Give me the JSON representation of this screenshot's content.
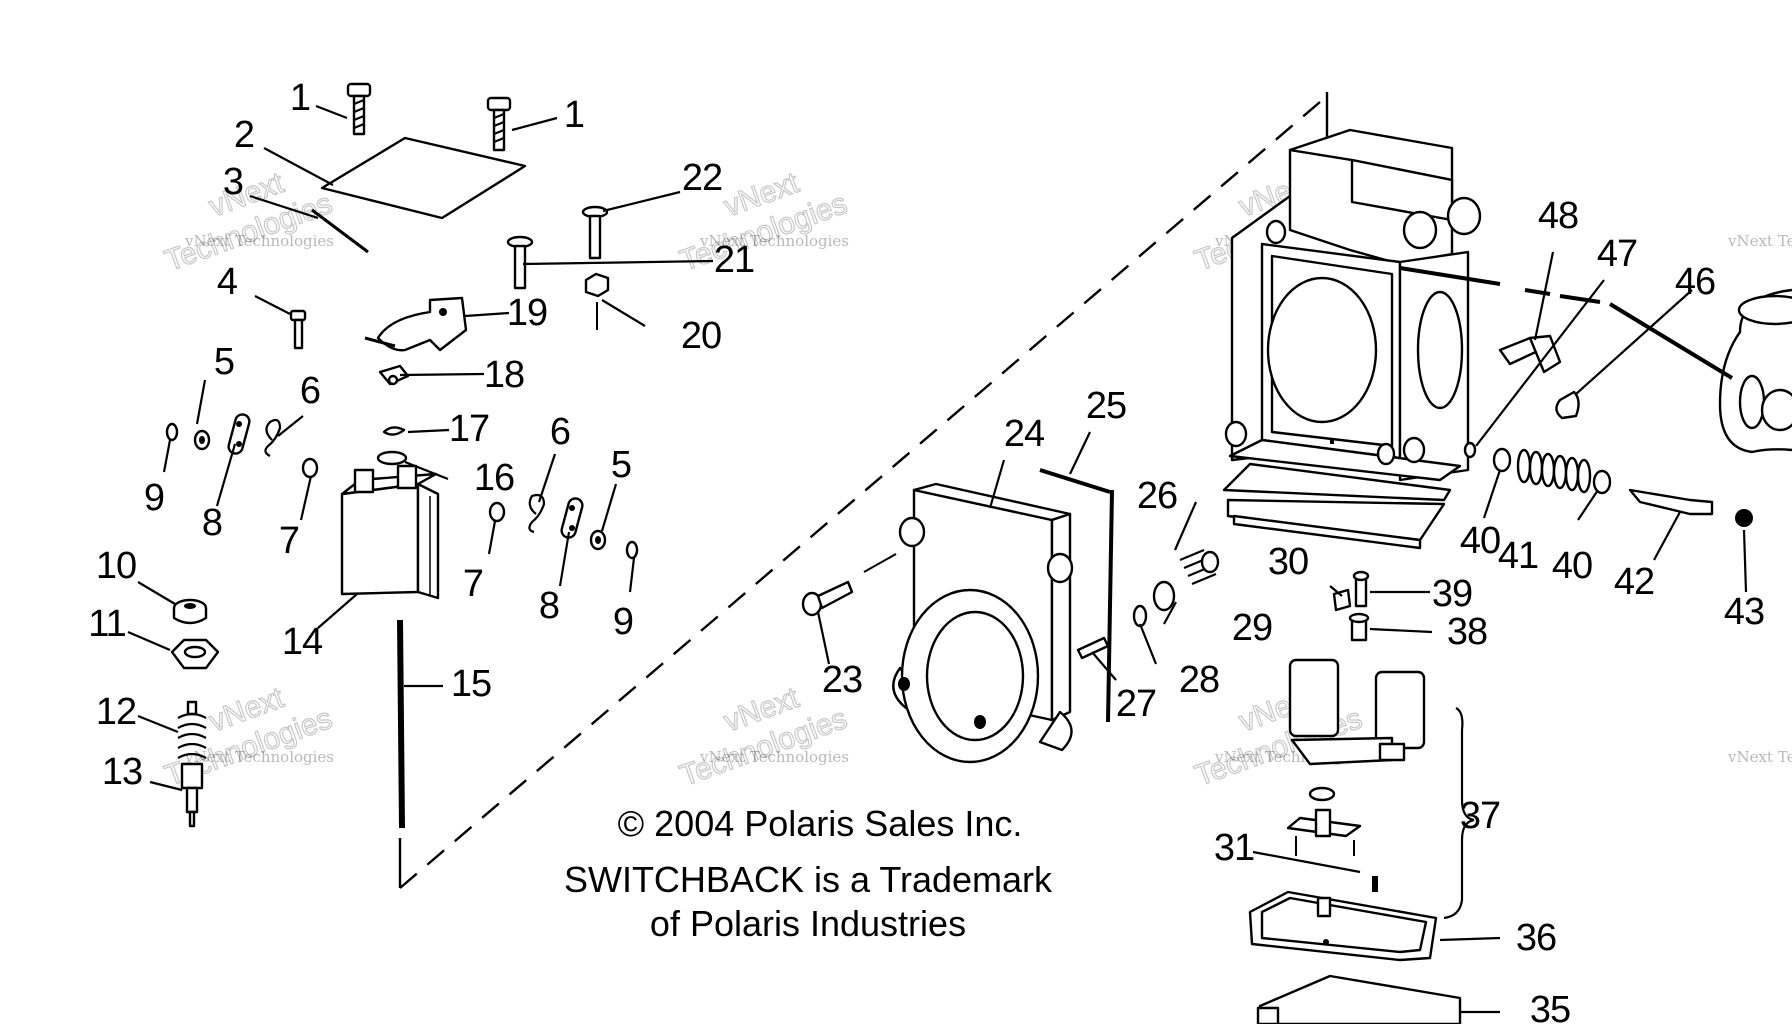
{
  "copyright": {
    "line1": "© 2004 Polaris Sales Inc.",
    "line2": "SWITCHBACK is a Trademark",
    "line3": "of Polaris Industries"
  },
  "watermark": {
    "small": "vNext Technologies",
    "big_top": "vNext",
    "big_bottom": "Technologies"
  },
  "callouts": {
    "c1a": "1",
    "c1b": "1",
    "c2": "2",
    "c3": "3",
    "c4": "4",
    "c5a": "5",
    "c5b": "5",
    "c6a": "6",
    "c6b": "6",
    "c7a": "7",
    "c7b": "7",
    "c8a": "8",
    "c8b": "8",
    "c9a": "9",
    "c9b": "9",
    "c10": "10",
    "c11": "11",
    "c12": "12",
    "c13": "13",
    "c14": "14",
    "c15": "15",
    "c16": "16",
    "c17": "17",
    "c18": "18",
    "c19": "19",
    "c20": "20",
    "c21": "21",
    "c22": "22",
    "c23": "23",
    "c24": "24",
    "c25": "25",
    "c26": "26",
    "c27": "27",
    "c28": "28",
    "c29": "29",
    "c30": "30",
    "c31": "31",
    "c35": "35",
    "c36": "36",
    "c37": "37",
    "c38": "38",
    "c39": "39",
    "c40a": "40",
    "c40b": "40",
    "c41": "41",
    "c42": "42",
    "c43": "43",
    "c46": "46",
    "c47": "47",
    "c48": "48"
  }
}
